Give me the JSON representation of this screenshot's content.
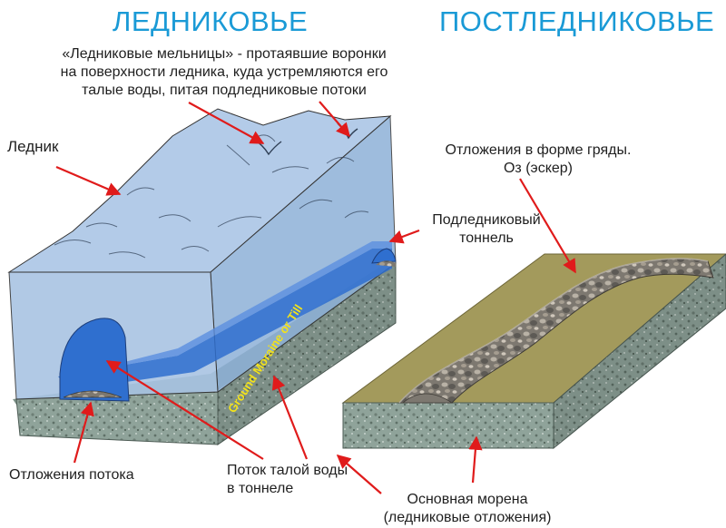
{
  "headings": {
    "left": "ЛЕДНИКОВЬЕ",
    "right": "ПОСТЛЕДНИКОВЬЕ"
  },
  "labels": {
    "moulins": {
      "line1": "«Ледниковые мельницы» - протаявшие воронки",
      "line2": "на поверхности ледника, куда устремляются его",
      "line3": "талые воды, питая подледниковые потоки"
    },
    "glacier": "Ледник",
    "esker": {
      "line1": "Отложения в форме гряды.",
      "line2": "Оз (эскер)"
    },
    "tunnel": {
      "line1": "Подледниковый",
      "line2": "тоннель"
    },
    "stream_deposits": "Отложения потока",
    "meltwater": {
      "line1": "Поток талой воды",
      "line2": "в тоннеле"
    },
    "moraine": {
      "line1": "Основная морена",
      "line2": "(ледниковые отложения)"
    },
    "ground_moraine_till": "Ground Moraine or Till"
  },
  "colors": {
    "heading": "#1a9ad6",
    "ice": "#a9c4e3",
    "tunnel_water": "#2f6fcf",
    "till": "#8fa39a",
    "plain": "#a39a5c",
    "arrow": "#e01b1b"
  }
}
